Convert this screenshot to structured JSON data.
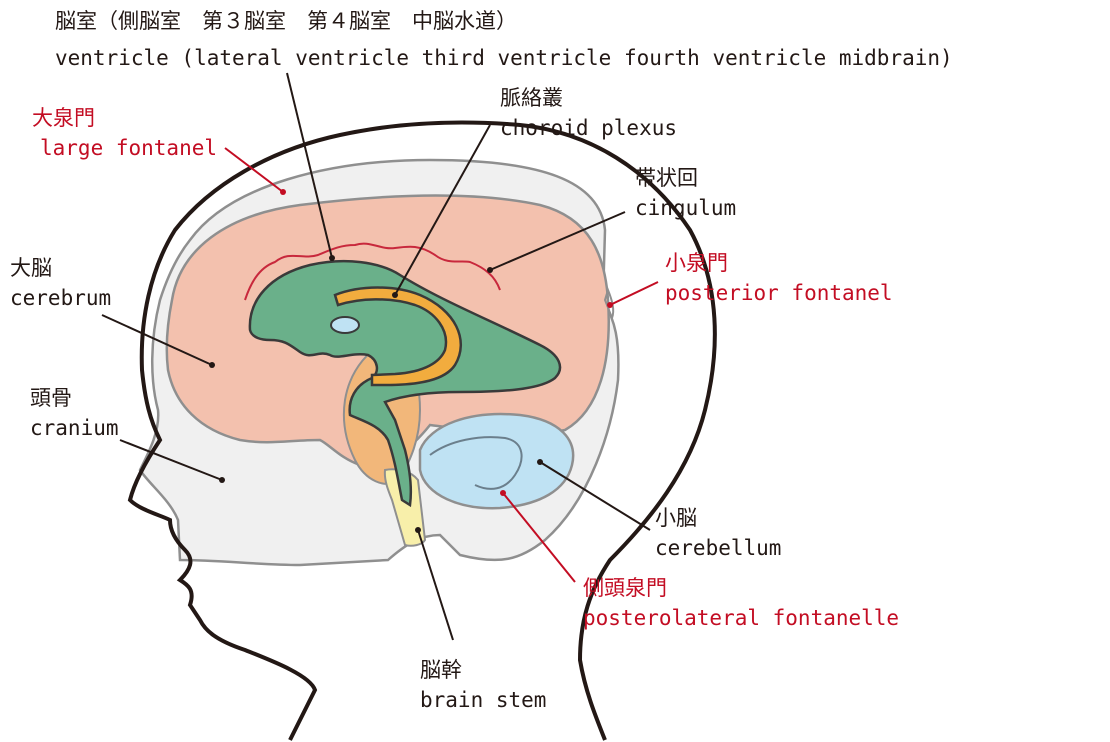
{
  "colors": {
    "text": "#231815",
    "accent_red": "#c30d23",
    "cerebrum_fill": "#f3c1ae",
    "ventricle_fill": "#6ab08a",
    "choroid_fill": "#f2ac3e",
    "brainstem_fill": "#f8efaa",
    "midbrain_fill": "#f2b77a",
    "cerebellum_fill": "#bfe2f3",
    "cranium_fill": "#f0f0f0"
  },
  "labels": {
    "ventricle": {
      "jp": "脳室（側脳室　第３脳室　第４脳室　中脳水道）",
      "en": "ventricle (lateral ventricle  third ventricle  fourth ventricle  midbrain)"
    },
    "choroid_plexus": {
      "jp": "脈絡叢",
      "en": "choroid plexus"
    },
    "large_fontanel": {
      "jp": "大泉門",
      "en": "large fontanel"
    },
    "cingulum": {
      "jp": "帯状回",
      "en": "cingulum"
    },
    "cerebrum": {
      "jp": "大脳",
      "en": "cerebrum"
    },
    "posterior_fontanel": {
      "jp": "小泉門",
      "en": "posterior fontanel"
    },
    "cranium": {
      "jp": "頭骨",
      "en": "cranium"
    },
    "cerebellum": {
      "jp": "小脳",
      "en": "cerebellum"
    },
    "posterolateral_fontanelle": {
      "jp": "側頭泉門",
      "en": "posterolateral fontanelle"
    },
    "brain_stem": {
      "jp": "脳幹",
      "en": "brain stem"
    }
  }
}
